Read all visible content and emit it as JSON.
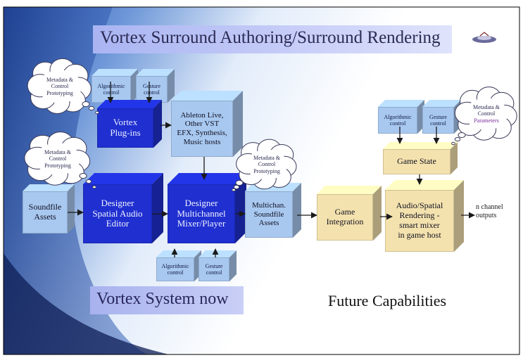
{
  "title": "Vortex Surround Authoring/Surround Rendering",
  "nodes": {
    "algo_top": "Algorithmic\ncontrol",
    "gesture_top": "Gesture\ncontrol",
    "plugins": "Vortex\nPlug-ins",
    "ableton": "Ableton Live,\nOther VST\nEFX, Synthesis,\nMusic hosts",
    "soundfile": "Soundfile\nAssets",
    "spatial_editor": "Designer\nSpatial Audio\nEditor",
    "mixer": "Designer\nMultichannel\nMixer/Player",
    "multichan": "Multichan.\nSoundfile\nAssets",
    "algo_bottom": "Algorithmic\ncontrol",
    "gesture_bottom": "Gesture\ncontrol",
    "game_integration": "Game\nIntegration",
    "algo_right": "Algorithmic\ncontrol",
    "gesture_right": "Gesture\ncontrol",
    "game_state": "Game State",
    "rendering": "Audio/Spatial\nRendering -\nsmart mixer\nin game host"
  },
  "clouds": {
    "cloud_top_left": "Metadata &\nControl\nPrototyping",
    "cloud_mid_left": "Metadata &\nControl\nPrototyping",
    "cloud_center": "Metadata &\nControl\nPrototyping",
    "cloud_right_line1": "Metadata &",
    "cloud_right_line2": "Control",
    "cloud_right_line3": "Parameters"
  },
  "labels": {
    "n_channel": "n channel\noutputs",
    "vortex_now": "Vortex System  now",
    "future": "Future Capabilities"
  },
  "colors": {
    "blue_dark": "#1f2fd0",
    "blue_light": "#a8c8f0",
    "tan": "#f4e2ae",
    "title_band": "#b3bdf4",
    "cloud_right_accent": "#7a2a9a"
  }
}
